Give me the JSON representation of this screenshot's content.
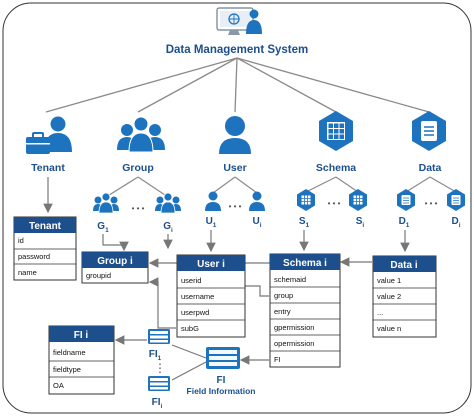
{
  "title": "Data Management System",
  "categories": {
    "tenant": "Tenant",
    "group": "Group",
    "user": "User",
    "schema": "Schema",
    "data": "Data"
  },
  "instances": {
    "g1": "G",
    "g1_sub": "1",
    "gi": "G",
    "gi_sub": "i",
    "u1": "U",
    "u1_sub": "1",
    "ui": "U",
    "ui_sub": "i",
    "s1": "S",
    "s1_sub": "1",
    "si": "S",
    "si_sub": "i",
    "d1": "D",
    "d1_sub": "1",
    "di": "D",
    "di_sub": "i",
    "fl1": "FI",
    "fl1_sub": "1",
    "fli": "FI",
    "fli_sub": "i",
    "ellipsis": "• • •",
    "vellipsis": "⋮"
  },
  "tables": {
    "tenant": {
      "title": "Tenant",
      "fields": [
        "id",
        "password",
        "name"
      ]
    },
    "group": {
      "title": "Group i",
      "fields": [
        "groupid"
      ]
    },
    "user": {
      "title": "User i",
      "fields": [
        "userid",
        "username",
        "userpwd",
        "subG"
      ]
    },
    "schema": {
      "title": "Schema i",
      "fields": [
        "schemaid",
        "group",
        "entry",
        "gpermission",
        "opermission",
        "FI"
      ]
    },
    "data": {
      "title": "Data i",
      "fields": [
        "value 1",
        "value 2",
        "...",
        "value n"
      ]
    },
    "fi": {
      "title": "FI i",
      "fields": [
        "fieldname",
        "fieldtype",
        "OA"
      ]
    }
  },
  "fi_label": "FI",
  "field_information": "Field Information",
  "colors": {
    "brand": "#1c4f8c",
    "icon": "#1e73be",
    "line": "#7a7a7a"
  }
}
